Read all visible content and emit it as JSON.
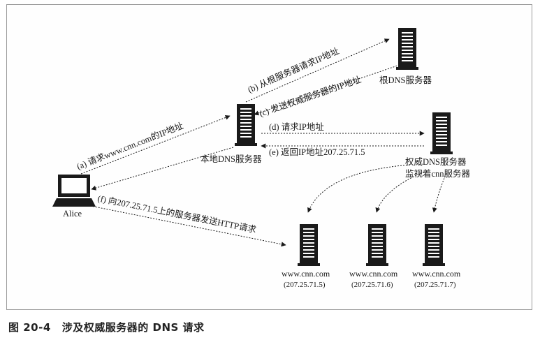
{
  "caption": {
    "figure_number": "图 20-4",
    "title": "涉及权威服务器的 DNS 请求"
  },
  "nodes": {
    "alice": "Alice",
    "local_dns": "本地DNS服务器",
    "root_dns": "根DNS服务器",
    "auth_dns_line1": "权威DNS服务器",
    "auth_dns_line2": "监视着cnn服务器"
  },
  "web_servers": [
    {
      "host": "www.cnn.com",
      "ip": "(207.25.71.5)"
    },
    {
      "host": "www.cnn.com",
      "ip": "(207.25.71.6)"
    },
    {
      "host": "www.cnn.com",
      "ip": "(207.25.71.7)"
    }
  ],
  "steps": {
    "a": "(a)  请求www.cnn.com的IP地址",
    "b": "(b)  从根服务器请求IP地址",
    "c": "(c)  发送权威服务器的IP地址",
    "d": "(d)  请求IP地址",
    "e": "(e)  返回IP地址207.25.71.5",
    "f": "(f)  向207.25.71.5上的服务器发送HTTP请求"
  },
  "colors": {
    "ink": "#1a1a1a",
    "frame": "#9a9a9a"
  },
  "icons": {
    "computer": "computer-icon",
    "server": "server-icon"
  }
}
